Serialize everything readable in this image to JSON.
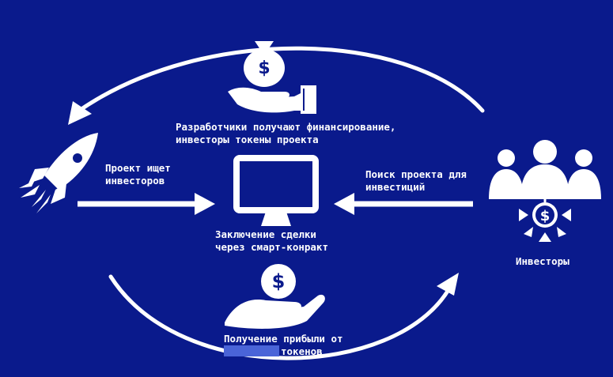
{
  "colors": {
    "background": "#0a1a8c",
    "foreground": "#ffffff",
    "redaction": "#4a64d8"
  },
  "icons": {
    "rocket": "rocket-icon",
    "money_bag_hand": "money-bag-hand-icon",
    "computer": "computer-monitor-icon",
    "coin_hand": "coin-hand-icon",
    "investors": "investors-group-icon",
    "dollar_network": "dollar-network-icon"
  },
  "labels": {
    "top_line1": "Разработчики получают финансирование,",
    "top_line2": "инвесторы токены проекта",
    "left_line1": "Проект ищет",
    "left_line2": "инвесторов",
    "right_line1": "Поиск проекта для",
    "right_line2": "инвестиций",
    "center_line1": "Заключение сделки",
    "center_line2": "через смарт-конракт",
    "investors": "Инвесторы",
    "bottom_line1": "Получение прибыли от",
    "bottom_line2": "токенов",
    "dollar": "$"
  }
}
